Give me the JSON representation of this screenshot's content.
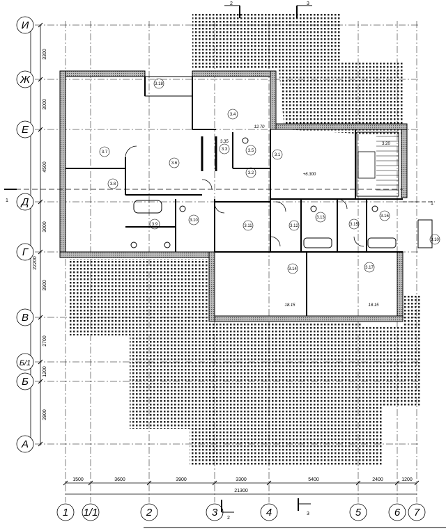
{
  "axes_horizontal": [
    "И",
    "Ж",
    "Е",
    "Д",
    "Г",
    "В",
    "Б/1",
    "Б",
    "А"
  ],
  "axes_vertical": [
    "1",
    "1/1",
    "2",
    "3",
    "4",
    "5",
    "6",
    "7"
  ],
  "dims_left": [
    "3300",
    "3000",
    "4500",
    "3000",
    "3900",
    "2700",
    "1200",
    "3900"
  ],
  "dim_left_total": "22200",
  "dims_bottom": [
    "1500",
    "3600",
    "3900",
    "3300",
    "5400",
    "2400",
    "1200"
  ],
  "dim_bottom_total": "21300",
  "section_marks": {
    "top_a": "2",
    "top_b": "3",
    "bottom_a": "2",
    "bottom_b": "3",
    "side": "1"
  },
  "rooms": [
    "3.1",
    "3.2",
    "3.3",
    "3.35",
    "3.4",
    "3.5",
    "3.6",
    "3.7",
    "3.8",
    "3.9",
    "3.10",
    "3.11",
    "3.12",
    "3.13",
    "3.14",
    "3.15",
    "3.16",
    "3.17",
    "3.18",
    "3.20",
    "3.10"
  ],
  "areas": {
    "r34": "12.70",
    "r314": "18.15",
    "r317": "18.15"
  },
  "level_mark": "+6.300",
  "colors": {
    "line": "#000000",
    "hatch": "#000000",
    "paper": "#ffffff",
    "wall_fill": "#c8c8c8"
  }
}
